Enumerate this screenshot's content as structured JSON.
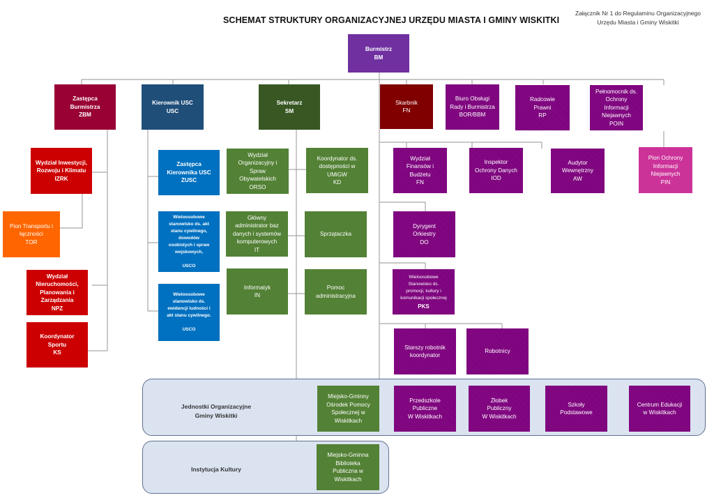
{
  "title": "SCHEMAT STRUKTURY ORGANIZACYJNEJ URZĘDU MIASTA I GMINY WISKITKI",
  "annex": "Załącznik Nr 1 do Regulaminu Organizacyjnego\nUrzędu Miasta i Gminy Wiskitki",
  "colors": {
    "burmistrz": "#7030a0",
    "zastepca": "#990033",
    "red": "#cc0000",
    "orange": "#ff6600",
    "usc_dark": "#1f4e79",
    "usc_blue": "#0070c0",
    "green_dark": "#385723",
    "green": "#538135",
    "skarbnik": "#800000",
    "purple": "#800080",
    "pink": "#cc3399",
    "group_bg": "#dbe3f1",
    "line": "#a6a6a6"
  },
  "groups": {
    "jednostki": "Jednostki Organizacyjne\nGminy Wiskitki",
    "instytucja": "Instytucja Kultury"
  },
  "nodes": {
    "bm": "Burmistrz\nBM",
    "zbm": "Zastępca\nBurmistrza\nZBM",
    "usc": "Kierownik  USC\nUSC",
    "sm": "Sekretarz\nSM",
    "fn_skarbnik": "Skarbnik\nFN",
    "bor": "Biuro Obsługi\nRady i Burmistrza\nBOR/BBM",
    "rp": "Radcowie\nPrawni\nRP",
    "poin": "Pełnomocnik ds.\nOchrony\nInformacji\nNiejawnych\nPOIN",
    "izrk": "Wydział Inwestycji,\nRozwoju i Klimatu\nIZRK",
    "tor": "Pion Transportu i\nłączności\nTOR",
    "npz": "Wydział\nNieruchomości,\nPlanowania i\nZarządzania\nNPZ",
    "ks": "Koordynator\nSportu\nKS",
    "zusc": "Zastępca\nKierownika USC\nZUSC",
    "usco1": "Wieloosobowe\nstanowisko ds. akt\nstanu cywilnego,\ndowodów\nosobistych i spraw\nwojskowych,\n\nUSCO",
    "usco2": "Wieloosobowe\nstanowisko ds.\newidencji ludności i\nakt stanu cywilnego.\n\nUSCO",
    "orso": "Wydział\nOrganizacyjny i\nSpraw\nObywatelskich\nORSO",
    "kd": "Koordynator ds.\ndostępności w\nUMiGW\nKD",
    "it": "Główny\nadministrator baz\ndanych i systemów\nkomputerowych\nIT",
    "sprz": "Sprzątaczka",
    "in": "Informatyk\nIN",
    "pomoc": "Pomoc\nadministracyjna",
    "wfb": "Wydział\nFinansów i\nBudżetu\nFN",
    "iod": "Inspektor\nOchrony Danych\nIOD",
    "aw": "Audytor\nWewnętrzny\nAW",
    "pin": "Pion Ochrony\nInformacji\nNiejawnych\nPIN",
    "do": "Dyrygent\nOrkiestry\nDO",
    "pks_text": "Wieloosobowe\nStanowisko ds.\npromocji, kultury i\nkomunikacji społecznej",
    "pks_code": "PKS",
    "srk": "Starszy robotnik\nkoordynator",
    "rob": "Robotnicy",
    "mgops": "Miejsko-Gminny\nOśrodek Pomocy\nSpołecznej w\nWiskitkach",
    "przedszkole": "Przedszkole\nPubliczne\nW Wiskitkach",
    "zlobek": "Żłobek\nPubliczny\nW Wiskitkach",
    "szkoly": "Szkoły\nPodstawowe",
    "ce": "Centrum Edukacji\nw Wiskitkach",
    "mgbp": "Miejsko-Gminna\nBiblioteka\nPubliczna w\nWiskitkach"
  }
}
